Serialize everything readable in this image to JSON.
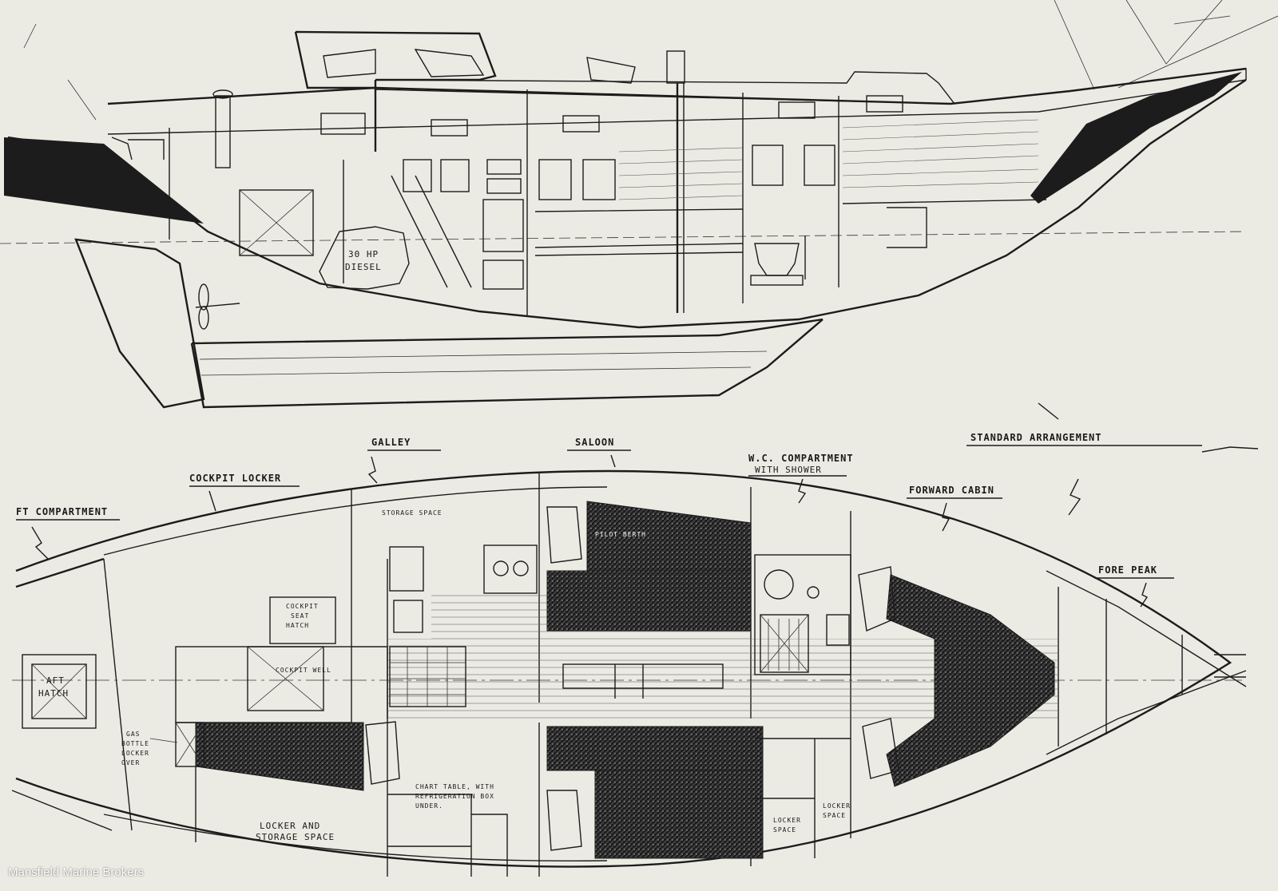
{
  "profile": {
    "engine_label_line1": "30 HP",
    "engine_label_line2": "DIESEL"
  },
  "plan": {
    "title": "STANDARD ARRANGEMENT",
    "compartments": {
      "aft": "FT COMPARTMENT",
      "cockpit_locker": "COCKPIT LOCKER",
      "galley": "GALLEY",
      "saloon": "SALOON",
      "wc_line1": "W.C. COMPARTMENT",
      "wc_line2": "WITH SHOWER",
      "forward_cabin": "FORWARD CABIN",
      "fore_peak": "FORE PEAK"
    },
    "notes": {
      "storage_space": "STORAGE SPACE",
      "pilot_berth": "PILOT BERTH",
      "cockpit_seat_line1": "COCKPIT",
      "cockpit_seat_line2": "SEAT",
      "cockpit_seat_line3": "HATCH",
      "cockpit_well": "COCKPIT WELL",
      "aft_hatch_line1": "AFT",
      "aft_hatch_line2": "HATCH",
      "gas_line1": "GAS",
      "gas_line2": "BOTTLE",
      "gas_line3": "LOCKER",
      "gas_line4": "OVER",
      "chart_table_line1": "CHART TABLE, WITH",
      "chart_table_line2": "REFRIGERATION BOX",
      "chart_table_line3": "UNDER.",
      "locker_storage_line1": "LOCKER AND",
      "locker_storage_line2": "STORAGE SPACE",
      "locker_space_line1": "LOCKER",
      "locker_space_line2": "SPACE",
      "locker_space2_line1": "LOCKER",
      "locker_space2_line2": "SPACE"
    }
  },
  "watermark": "Mansfield Marine Brokers"
}
